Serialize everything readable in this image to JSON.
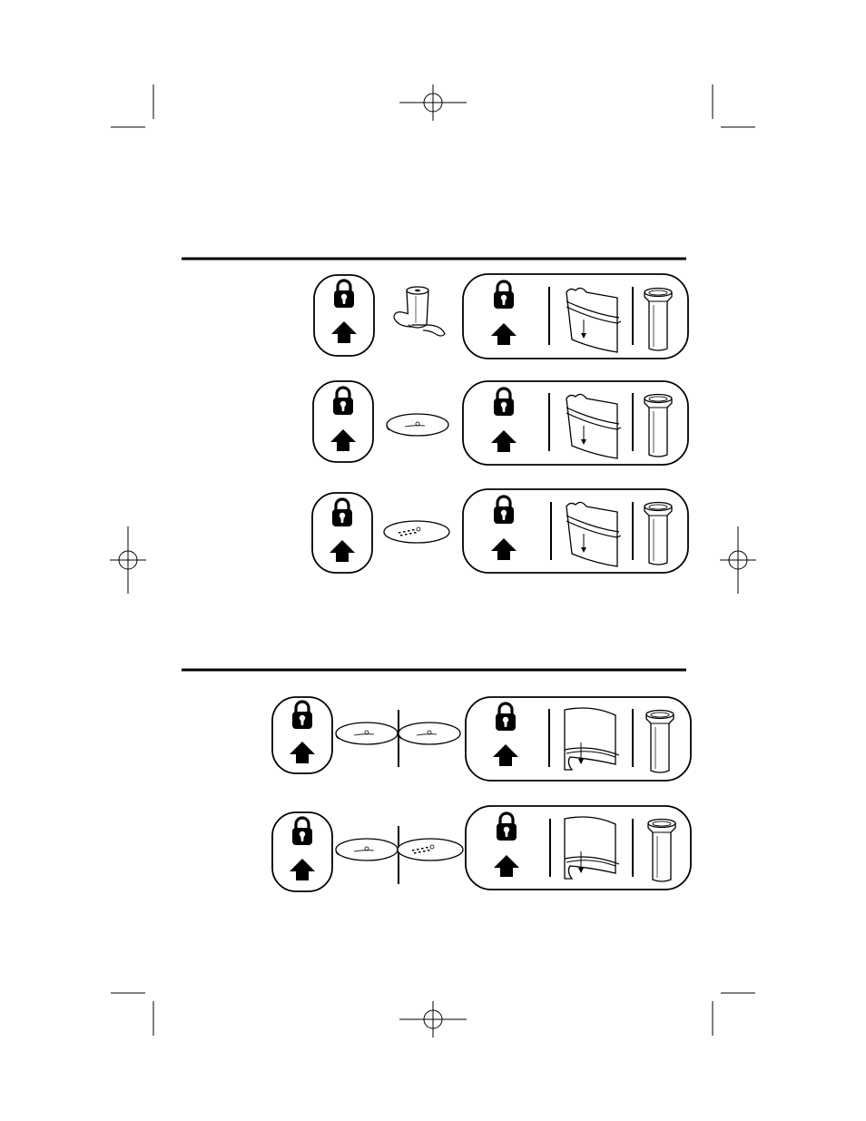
{
  "page": {
    "background": "#ffffff",
    "ink": "#000000",
    "text": []
  },
  "sections": [
    {
      "name": "section-1",
      "rows": [
        {
          "name": "blade-row",
          "attachment": "chopping-blade"
        },
        {
          "name": "disc-row-1",
          "attachment": "slicing-disc"
        },
        {
          "name": "disc-row-2",
          "attachment": "shredding-disc"
        }
      ]
    },
    {
      "name": "section-2",
      "rows": [
        {
          "name": "double-disc-row-1",
          "attachments": [
            "slicing-disc",
            "slicing-disc"
          ]
        },
        {
          "name": "double-disc-row-2",
          "attachments": [
            "slicing-disc",
            "shredding-disc"
          ]
        }
      ]
    }
  ],
  "icons": [
    "lock-icon",
    "up-arrow-icon",
    "food-pusher-icon",
    "feed-tube-icon",
    "chopping-blade-icon",
    "disc-icon"
  ]
}
